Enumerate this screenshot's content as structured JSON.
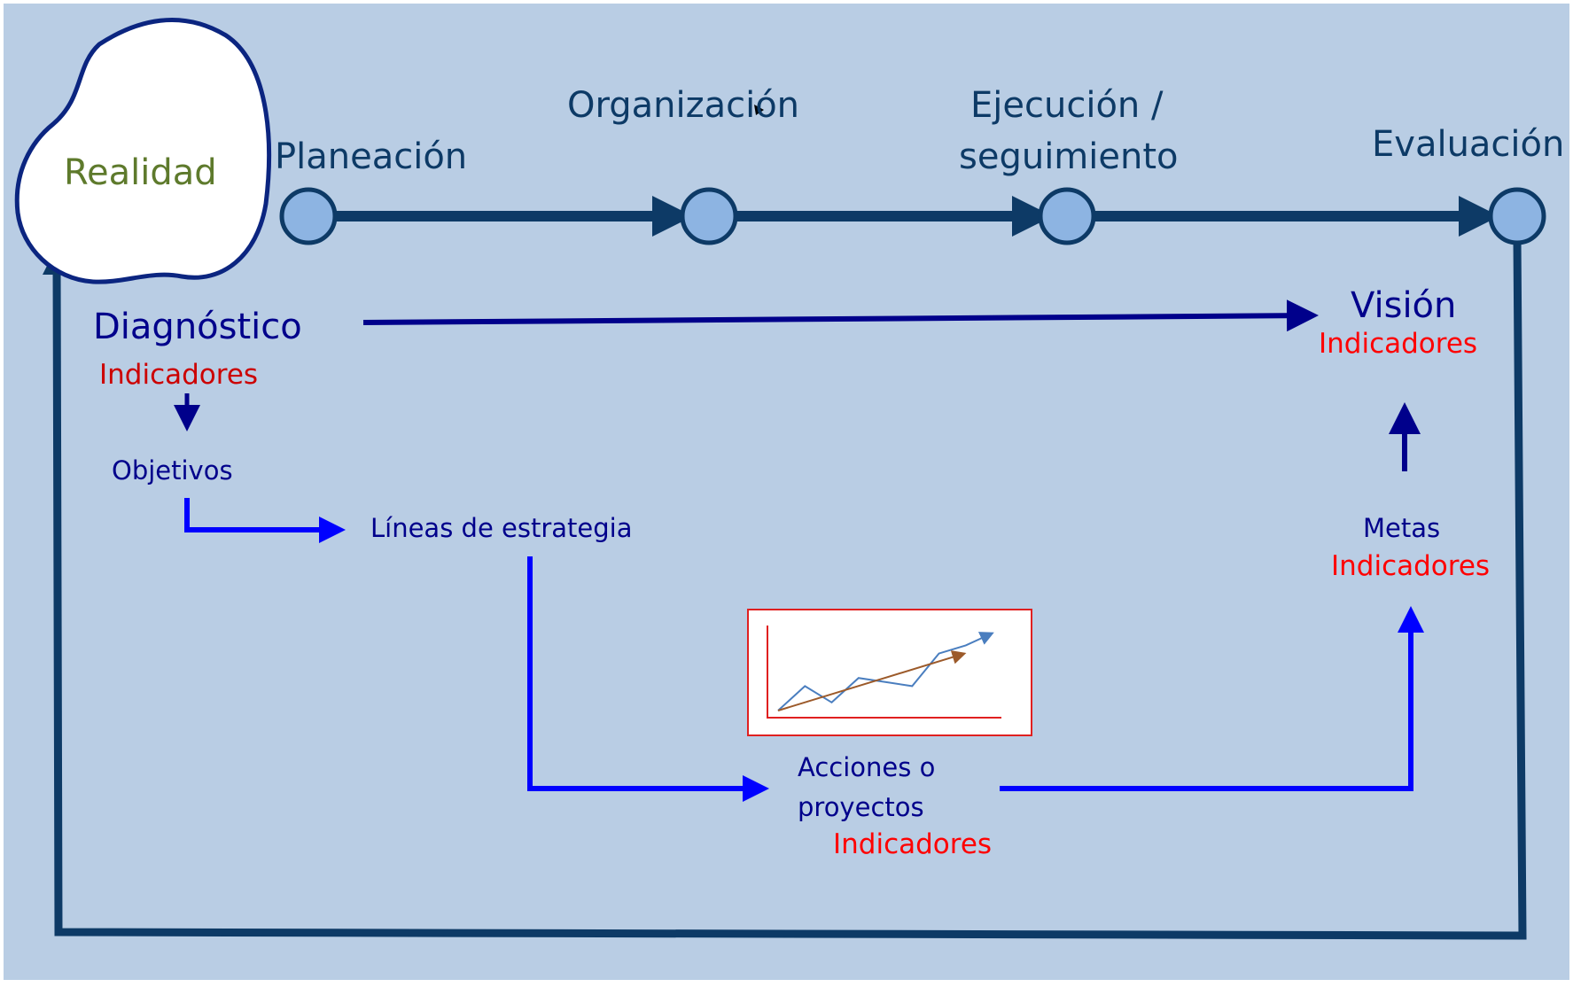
{
  "colors": {
    "background": "#b9cde4",
    "dark_navy": "#0d3a66",
    "navy": "#00008b",
    "bright_blue": "#0000ff",
    "node_fill": "#8db4e2",
    "indicator_red": "#ff0000",
    "reality_text": "#5e7a2c",
    "chart_border": "#e02020",
    "chart_line_blue": "#4a7ebf",
    "chart_line_brown": "#9c5a2a"
  },
  "reality": {
    "label": "Realidad"
  },
  "stages": [
    {
      "label": "Planeación"
    },
    {
      "label": "Organización"
    },
    {
      "label_line1": "Ejecución /",
      "label_line2": "seguimiento"
    },
    {
      "label": "Evaluación"
    }
  ],
  "diagnostico": {
    "title": "Diagnóstico",
    "indicators": "Indicadores"
  },
  "objetivos": {
    "label": "Objetivos"
  },
  "lineas": {
    "label": "Líneas de estrategia"
  },
  "acciones": {
    "line1": "Acciones o",
    "line2": "proyectos",
    "indicators": "Indicadores"
  },
  "metas": {
    "label": "Metas",
    "indicators": "Indicadores"
  },
  "vision": {
    "title": "Visión",
    "indicators": "Indicadores"
  },
  "chart_data": {
    "type": "line",
    "title": "",
    "xlabel": "",
    "ylabel": "",
    "series": [
      {
        "values": [
          0,
          3,
          1,
          4,
          3.5,
          3,
          7,
          8,
          9.5
        ]
      },
      {
        "values": [
          0,
          7
        ]
      }
    ]
  },
  "icons": {
    "reality": "cloud-blob-shape",
    "nodes": "circle-node",
    "arrows": "arrow-icon"
  }
}
